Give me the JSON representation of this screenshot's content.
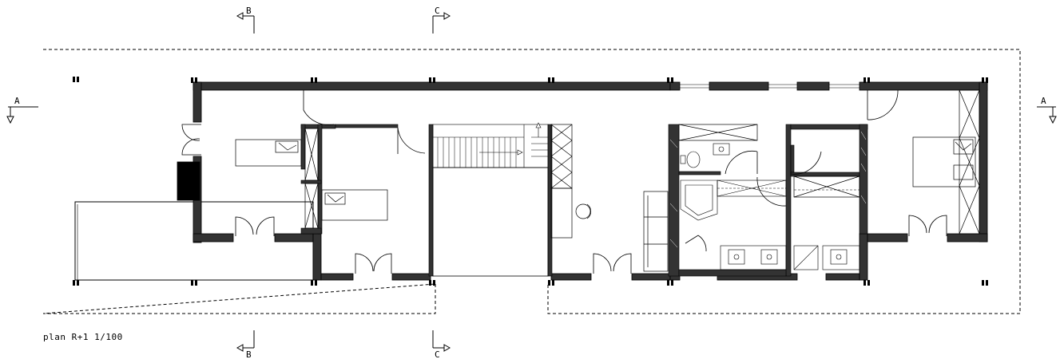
{
  "plan": {
    "title": "plan R+1",
    "scale": "1/100"
  },
  "sections": {
    "a_left": "A",
    "a_right": "A",
    "b_top": "B",
    "b_bottom": "B",
    "c_top": "C",
    "c_bottom": "C"
  }
}
